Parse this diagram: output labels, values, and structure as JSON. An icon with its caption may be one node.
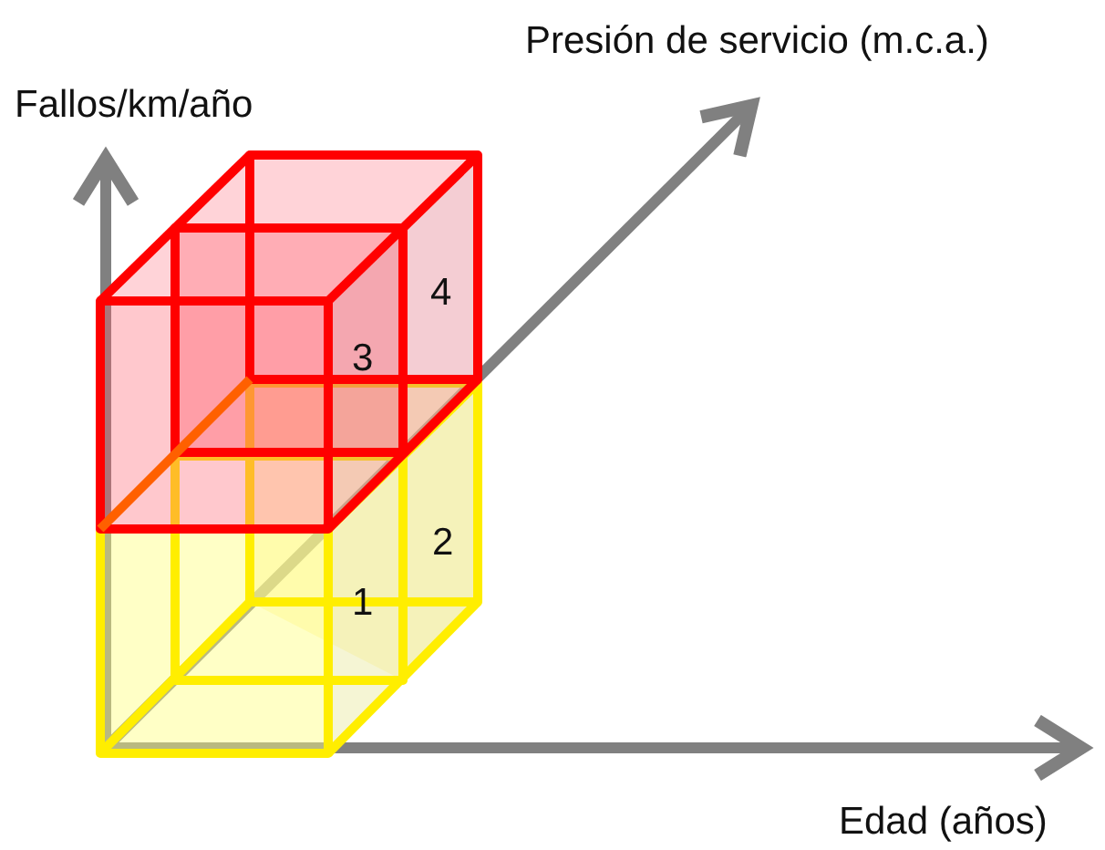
{
  "diagram": {
    "labels": [
      "Presión de servicio (m.c.a.)",
      "Fallos/km/año",
      "4",
      "3",
      "2",
      "1",
      "Edad (años)"
    ]
  }
}
